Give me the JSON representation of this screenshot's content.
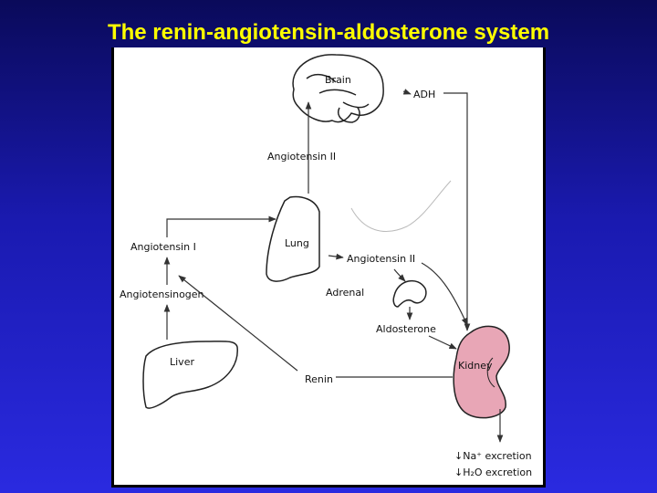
{
  "slide": {
    "title": "The renin-angiotensin-aldosterone system",
    "title_color": "#ffff00",
    "background_color": "#1a1ab0"
  },
  "diagram": {
    "labels": {
      "brain": "Brain",
      "adh": "ADH",
      "angiotensin_ii_top": "Angiotensin II",
      "angiotensin_i": "Angiotensin I",
      "lung": "Lung",
      "angiotensin_ii_mid": "Angiotensin II",
      "angiotensinogen": "Angiotensinogen",
      "adrenal": "Adrenal",
      "aldosterone": "Aldosterone",
      "kidney": "Kidney",
      "liver": "Liver",
      "renin": "Renin",
      "na_excretion": "↓Na⁺ excretion",
      "h2o_excretion": "↓H₂O excretion"
    },
    "colors": {
      "kidney_fill": "#e8a6b6",
      "outline": "#222222"
    }
  }
}
